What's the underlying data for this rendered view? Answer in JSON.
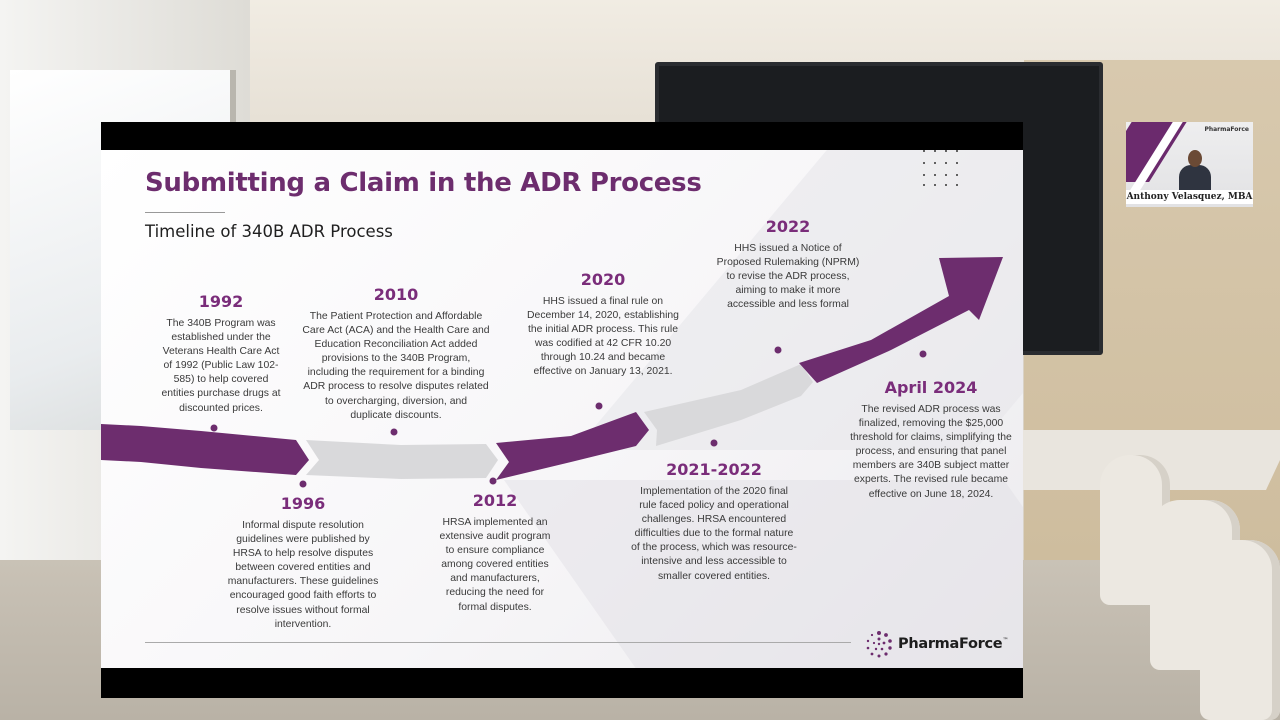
{
  "slide": {
    "title": "Submitting a Claim in the ADR Process",
    "subtitle": "Timeline of 340B ADR Process",
    "events": [
      {
        "year": "1992",
        "desc": "The 340B Program was\nestablished under the\nVeterans Health Care Act\nof 1992 (Public Law 102-\n585) to help covered\nentities purchase drugs at\ndiscounted prices."
      },
      {
        "year": "2010",
        "desc": "The Patient Protection and Affordable\nCare Act (ACA) and the Health Care and\nEducation Reconciliation Act added\nprovisions to the 340B Program,\nincluding the requirement for a binding\nADR process to resolve disputes related\nto overcharging, diversion, and\nduplicate discounts."
      },
      {
        "year": "2020",
        "desc": "HHS issued a final rule on\nDecember 14, 2020, establishing\nthe initial ADR process. This rule\nwas codified at 42 CFR 10.20\nthrough 10.24 and became\neffective on January 13, 2021."
      },
      {
        "year": "2022",
        "desc": "HHS issued a Notice of\nProposed Rulemaking (NPRM)\nto revise the ADR process,\naiming to make it more\naccessible and less formal"
      },
      {
        "year": "April 2024",
        "desc": "The revised ADR process was\nfinalized, removing the $25,000\nthreshold for claims, simplifying the\nprocess, and ensuring that panel\nmembers are 340B subject matter\nexperts. The revised rule became\neffective on June 18, 2024."
      },
      {
        "year": "1996",
        "desc": "Informal dispute resolution\nguidelines were published by\nHRSA to help resolve disputes\nbetween covered entities and\nmanufacturers. These guidelines\nencouraged good faith efforts to\nresolve issues without formal\nintervention."
      },
      {
        "year": "2012",
        "desc": "HRSA implemented an\nextensive audit program\nto ensure compliance\namong covered entities\nand manufacturers,\nreducing the need for\nformal disputes."
      },
      {
        "year": "2021-2022",
        "desc": "Implementation of the 2020 final\nrule faced policy and operational\nchallenges. HRSA encountered\ndifficulties due to the formal nature\nof the process, which was resource-\nintensive and less accessible to\nsmaller covered entities."
      }
    ],
    "logo": {
      "name": "PharmaForce",
      "tm": "™"
    },
    "colors": {
      "accent": "#6d2d6e",
      "arrow_gray": "#d9d9db"
    }
  },
  "participant": {
    "name": "Anthony Velasquez, MBA",
    "logo_text": "PharmaForce"
  }
}
